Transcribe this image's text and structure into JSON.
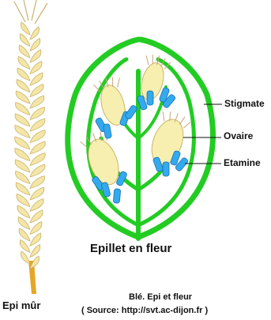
{
  "labels": {
    "stigmate": "Stigmate",
    "ovaire": "Ovaire",
    "etamine": "Etamine",
    "epillet": "Epillet en fleur",
    "epi_mur": "Epi mûr"
  },
  "caption": {
    "title": "Blé. Epi et fleur",
    "source": "( Source: http://svt.ac-dijon.fr )"
  },
  "colors": {
    "glume_green": "#22cc22",
    "glume_dark": "#179b17",
    "ovary_yellow": "#f7efb0",
    "ovary_outline": "#c9b56a",
    "stamen_blue": "#33aaee",
    "stamen_dark": "#1a6fb0",
    "stigma_brown": "#c8a57a",
    "grain_yellow": "#f3e6a6",
    "grain_shadow": "#c9b26a",
    "stem_orange": "#e5a628"
  }
}
